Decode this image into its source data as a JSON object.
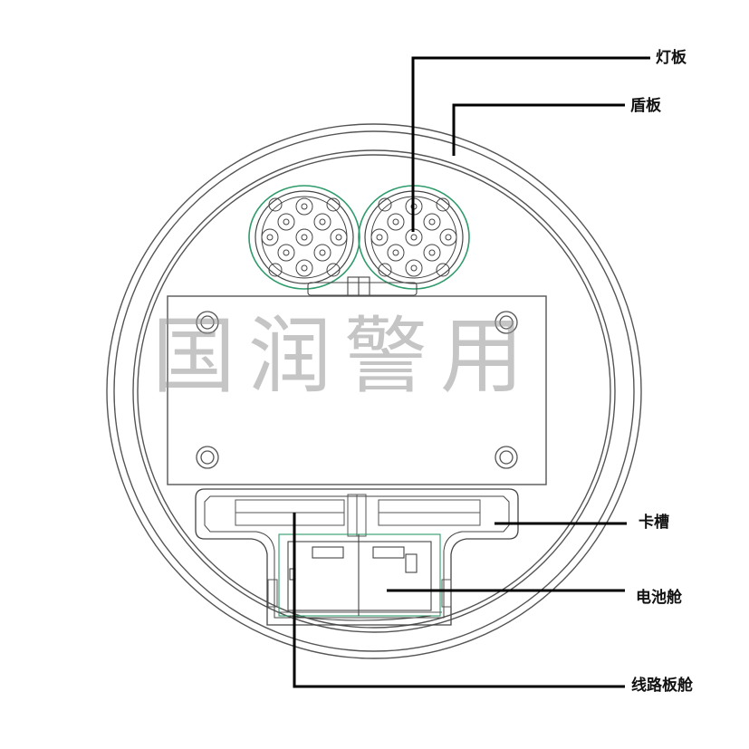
{
  "callouts": {
    "light_board": "灯板",
    "shield_board": "盾板",
    "card_slot": "卡槽",
    "battery_compartment": "电池舱",
    "circuit_board_compartment": "线路板舱"
  },
  "watermark": "国润警用",
  "colors": {
    "outline": "#555555",
    "leader_line": "#000000",
    "accent_green": "#2e9b6b",
    "watermark": "#9a9a9a"
  }
}
